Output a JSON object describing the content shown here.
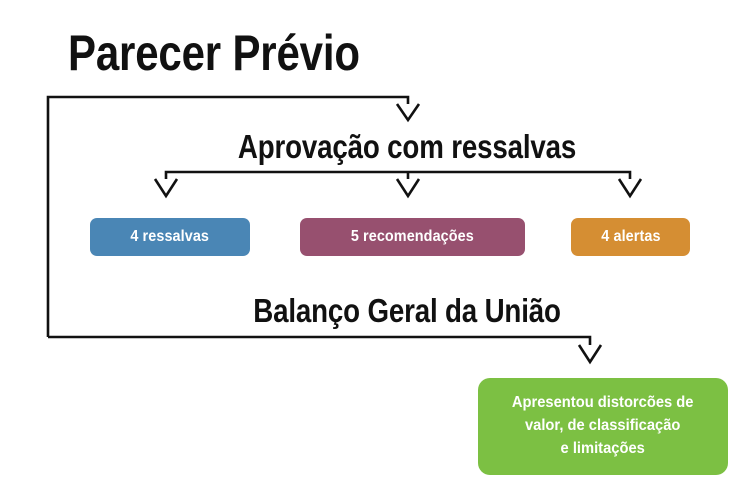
{
  "document": {
    "title": "Parecer Prévio",
    "background_color": "#ffffff",
    "text_color": "#111111"
  },
  "flow": {
    "root_label": "Parecer Prévio",
    "level1_label": "Aprovação com ressalvas",
    "level3_label": "Balanço Geral da União",
    "chips": [
      {
        "label": "4 ressalvas",
        "color": "#4a86b5",
        "count": 4,
        "noun": "ressalvas"
      },
      {
        "label": "5 recomendações",
        "color": "#97506f",
        "count": 5,
        "noun": "recomendações"
      },
      {
        "label": "4 alertas",
        "color": "#d58e33",
        "count": 4,
        "noun": "alertas"
      }
    ],
    "outcome": {
      "text": "Apresentou distorcões de valor, de classificação e limitações",
      "line1": "Apresentou distorcões de",
      "line2": "valor, de classificação",
      "line3": "e limitações",
      "color": "#7cc043"
    },
    "connector_color": "#111111"
  }
}
